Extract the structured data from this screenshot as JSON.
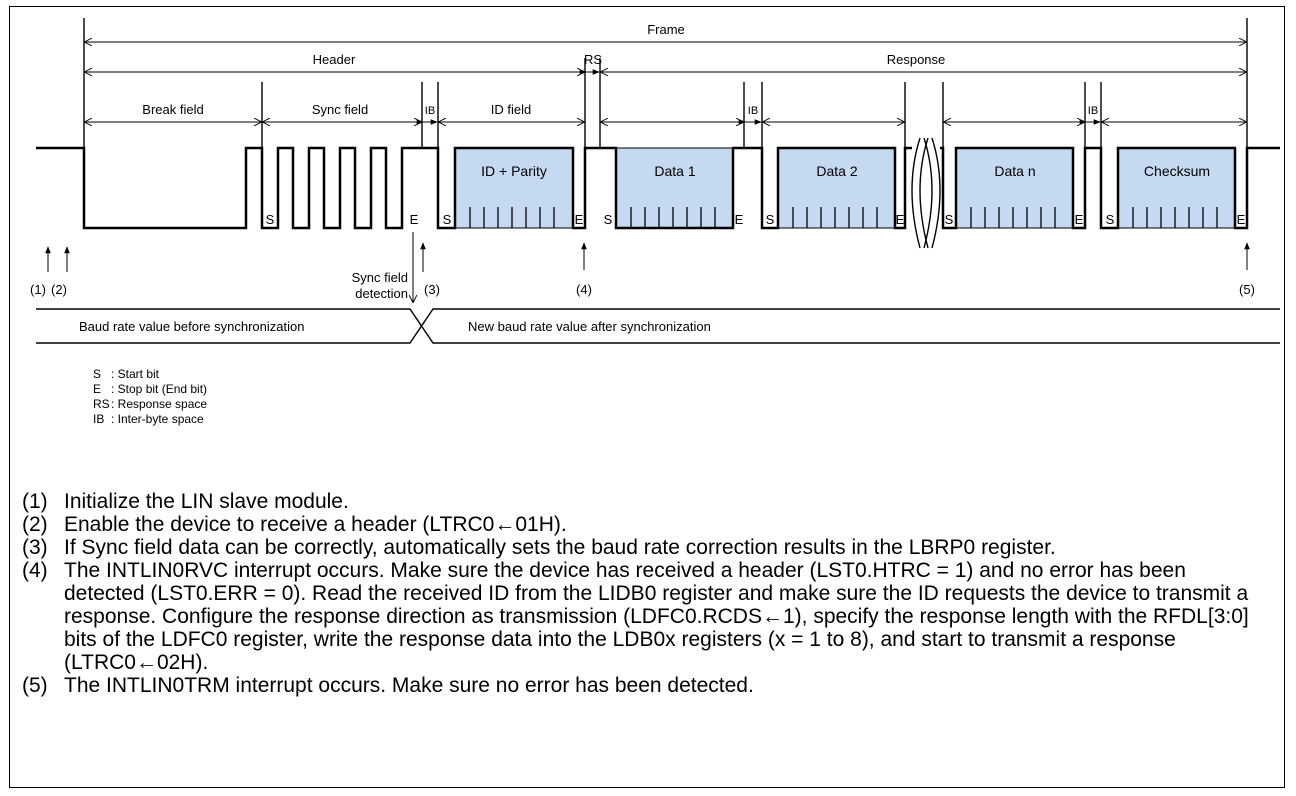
{
  "diagram": {
    "spans": {
      "frame": "Frame",
      "header": "Header",
      "rs": "RS",
      "response": "Response",
      "break_field": "Break field",
      "sync_field": "Sync field",
      "ib": "IB",
      "id_field": "ID field"
    },
    "boxes": {
      "id_parity": "ID + Parity",
      "data1": "Data 1",
      "data2": "Data 2",
      "datan": "Data n",
      "checksum": "Checksum"
    },
    "bit_markers": {
      "start": "S",
      "end": "E"
    },
    "box_fill": "#c5d9f1",
    "markers": {
      "m1": "(1)",
      "m2": "(2)",
      "m3": "(3)",
      "m4": "(4)",
      "m5": "(5)"
    },
    "sync_detection_line1": "Sync field",
    "sync_detection_line2": "detection",
    "baud_before": "Baud rate value before synchronization",
    "baud_after": "New baud rate value after synchronization"
  },
  "legend": [
    {
      "key": "S",
      "text": ": Start bit"
    },
    {
      "key": "E",
      "text": ": Stop bit (End bit)"
    },
    {
      "key": "RS",
      "text": ": Response space"
    },
    {
      "key": "IB",
      "text": ": Inter-byte space"
    }
  ],
  "steps": [
    {
      "num": "(1)",
      "text": "Initialize the LIN slave module."
    },
    {
      "num": "(2)",
      "text": "Enable the device to receive a header (LTRC0←01H)."
    },
    {
      "num": "(3)",
      "text": "If Sync field data can be correctly, automatically sets the baud rate correction results in the LBRP0 register."
    },
    {
      "num": "(4)",
      "text": "The INTLIN0RVC interrupt occurs. Make sure the device has received a header (LST0.HTRC = 1) and no error has been detected (LST0.ERR = 0). Read the received ID from the LIDB0 register and make sure the ID requests the device to transmit a response. Configure the response direction as transmission (LDFC0.RCDS←1), specify the response length with the RFDL[3:0] bits of the LDFC0 register, write the response data into the LDB0x registers (x = 1 to 8), and start to transmit a response (LTRC0←02H)."
    },
    {
      "num": "(5)",
      "text": "The INTLIN0TRM interrupt occurs. Make sure no error has been detected."
    }
  ]
}
